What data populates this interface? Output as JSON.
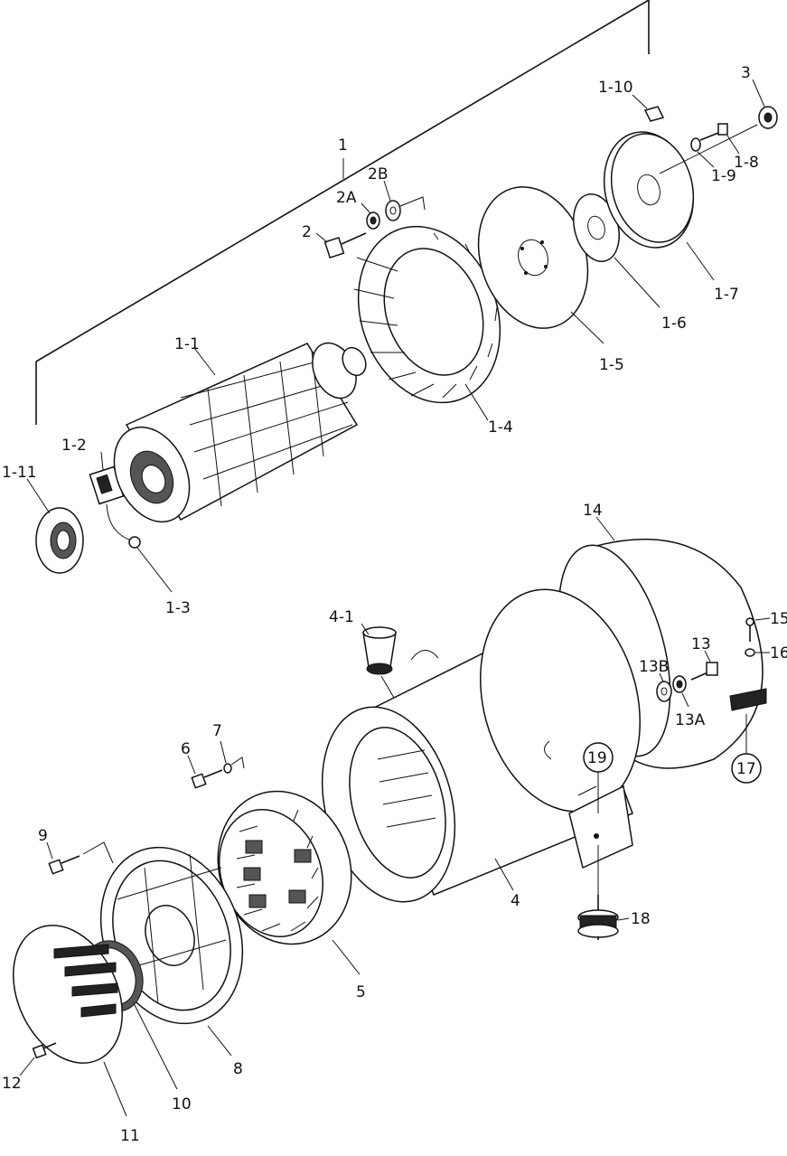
{
  "labels": {
    "l1": "1",
    "l2": "2",
    "l2A": "2A",
    "l2B": "2B",
    "l3": "3",
    "l1_1": "1-1",
    "l1_2": "1-2",
    "l1_3": "1-3",
    "l1_4": "1-4",
    "l1_5": "1-5",
    "l1_6": "1-6",
    "l1_7": "1-7",
    "l1_8": "1-8",
    "l1_9": "1-9",
    "l1_10": "1-10",
    "l1_11": "1-11",
    "l4": "4",
    "l4_1": "4-1",
    "l5": "5",
    "l6": "6",
    "l7": "7",
    "l8": "8",
    "l9": "9",
    "l10": "10",
    "l11": "11",
    "l12": "12",
    "l13": "13",
    "l13A": "13A",
    "l13B": "13B",
    "l14": "14",
    "l15": "15",
    "l16": "16",
    "l17": "17",
    "l18": "18",
    "l19": "19"
  }
}
